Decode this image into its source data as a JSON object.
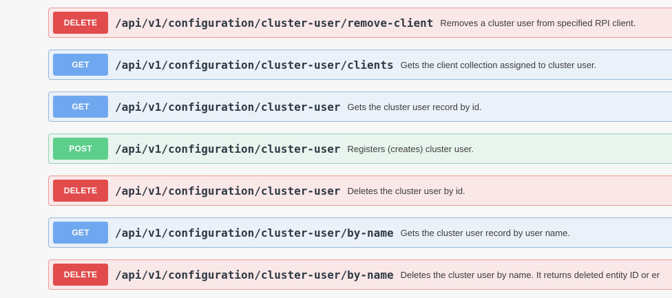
{
  "operations": [
    {
      "method": "DELETE",
      "path": "/api/v1/configuration/cluster-user/remove-client",
      "description": "Removes a cluster user from specified RPI client."
    },
    {
      "method": "GET",
      "path": "/api/v1/configuration/cluster-user/clients",
      "description": "Gets the client collection assigned to cluster user."
    },
    {
      "method": "GET",
      "path": "/api/v1/configuration/cluster-user",
      "description": "Gets the cluster user record by id."
    },
    {
      "method": "POST",
      "path": "/api/v1/configuration/cluster-user",
      "description": "Registers (creates) cluster user."
    },
    {
      "method": "DELETE",
      "path": "/api/v1/configuration/cluster-user",
      "description": "Deletes the cluster user by id."
    },
    {
      "method": "GET",
      "path": "/api/v1/configuration/cluster-user/by-name",
      "description": "Gets the cluster user record by user name."
    },
    {
      "method": "DELETE",
      "path": "/api/v1/configuration/cluster-user/by-name",
      "description": "Deletes the cluster user by name. It returns deleted entity ID or er"
    }
  ],
  "colors": {
    "delete": "#e24b4b",
    "get": "#6fa8ef",
    "post": "#5ccf8c"
  }
}
